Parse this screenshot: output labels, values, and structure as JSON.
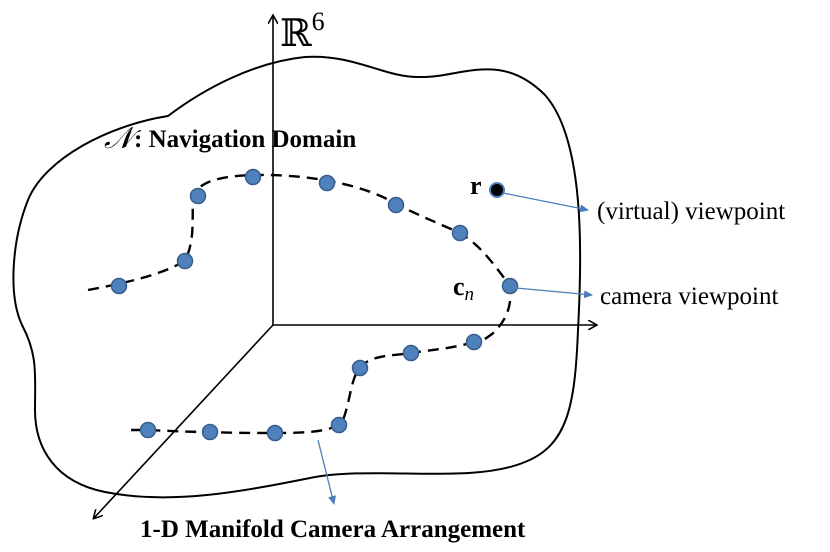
{
  "labels": {
    "space": "ℝ",
    "space_exponent": "6",
    "domain_symbol": "𝒩",
    "domain_text": ": Navigation Domain",
    "r_symbol": "r",
    "virtual_viewpoint": "(virtual) viewpoint",
    "cn_base": "c",
    "cn_sub": "n",
    "camera_viewpoint": "camera viewpoint",
    "caption": "1-D Manifold Camera Arrangement"
  },
  "colors": {
    "dot_fill": "#4f81bd",
    "dot_stroke": "#385d8a",
    "pointer_arrow": "#4a7ebb",
    "outline": "#000000"
  }
}
